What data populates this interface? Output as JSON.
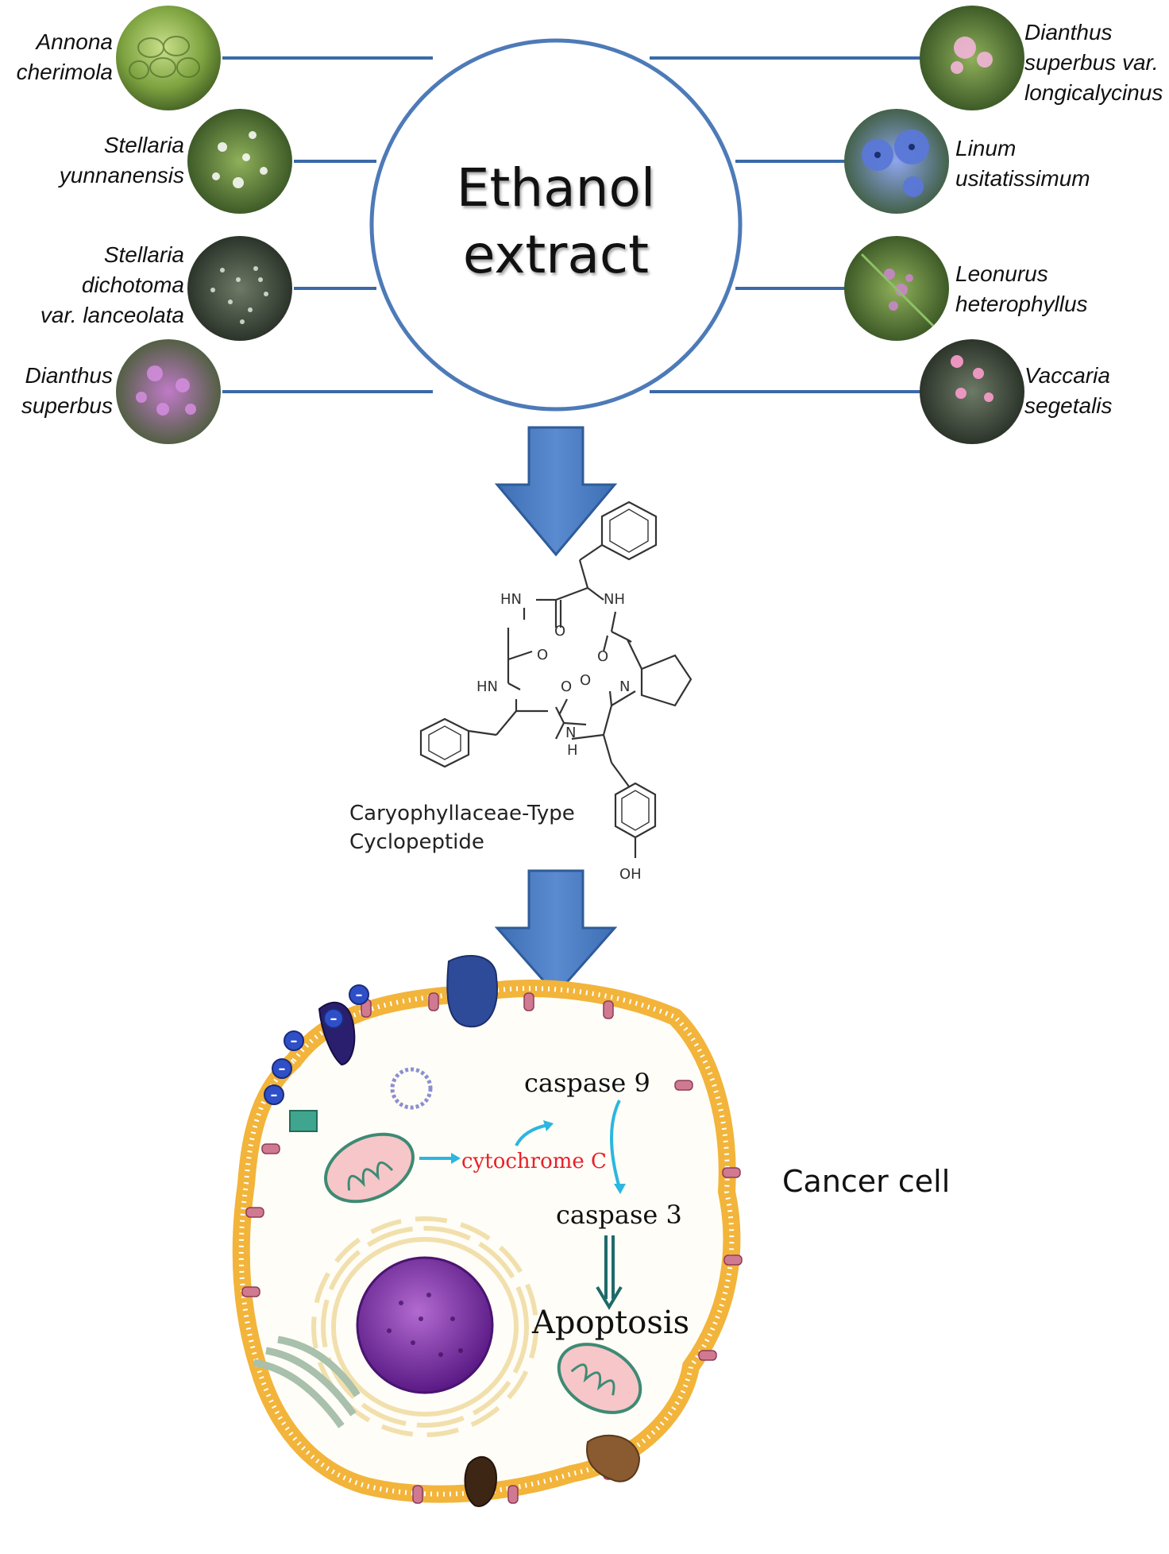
{
  "center": {
    "line1": "Ethanol",
    "line2": "extract"
  },
  "plants_left": [
    {
      "line1": "Annona",
      "line2": "cherimola",
      "line3": "",
      "photo_color": "#7da23f"
    },
    {
      "line1": "Stellaria",
      "line2": "yunnanensis",
      "line3": "",
      "photo_color": "#5e7a36"
    },
    {
      "line1": "Stellaria",
      "line2": "dichotoma",
      "line3": "var. lanceolata",
      "photo_color": "#3b4a3a"
    },
    {
      "line1": "Dianthus",
      "line2": "superbus",
      "line3": "",
      "photo_color": "#8a5a8e"
    }
  ],
  "plants_right": [
    {
      "line1": "Dianthus",
      "line2": "superbus var.",
      "line3": "longicalycinus",
      "photo_color": "#6b8a4a"
    },
    {
      "line1": "Linum",
      "line2": "usitatissimum",
      "line3": "",
      "photo_color": "#5a74c4"
    },
    {
      "line1": "Leonurus",
      "line2": "heterophyllus",
      "line3": "",
      "photo_color": "#4f7a3c"
    },
    {
      "line1": "Vaccaria",
      "line2": "segetalis",
      "line3": "",
      "photo_color": "#3c5a2c"
    }
  ],
  "molecule": {
    "caption_line1": "Caryophyllaceae-Type",
    "caption_line2": "Cyclopeptide",
    "atoms": {
      "hn_top": "HN",
      "nh_top": "NH",
      "o1": "O",
      "o2": "O",
      "o3": "O",
      "hn_left": "HN",
      "o4": "O",
      "o5": "O",
      "n_pro": "N",
      "nh_bot": "N",
      "h_bot": "H",
      "oh": "OH"
    }
  },
  "cell": {
    "label": "Cancer cell",
    "pathway": {
      "caspase9": "caspase 9",
      "cytochrome": "cytochrome C",
      "caspase3": "caspase 3",
      "apoptosis": "Apoptosis"
    },
    "ion_sign": "–"
  },
  "colors": {
    "line_blue": "#3a6aa8",
    "arrow_blue": "#4a7cc0",
    "membrane_orange": "#f2b43a",
    "nucleus_purple": "#7a2fa0",
    "cytochrome_red": "#e8202a",
    "cyan_arrow": "#2cb6e0"
  }
}
